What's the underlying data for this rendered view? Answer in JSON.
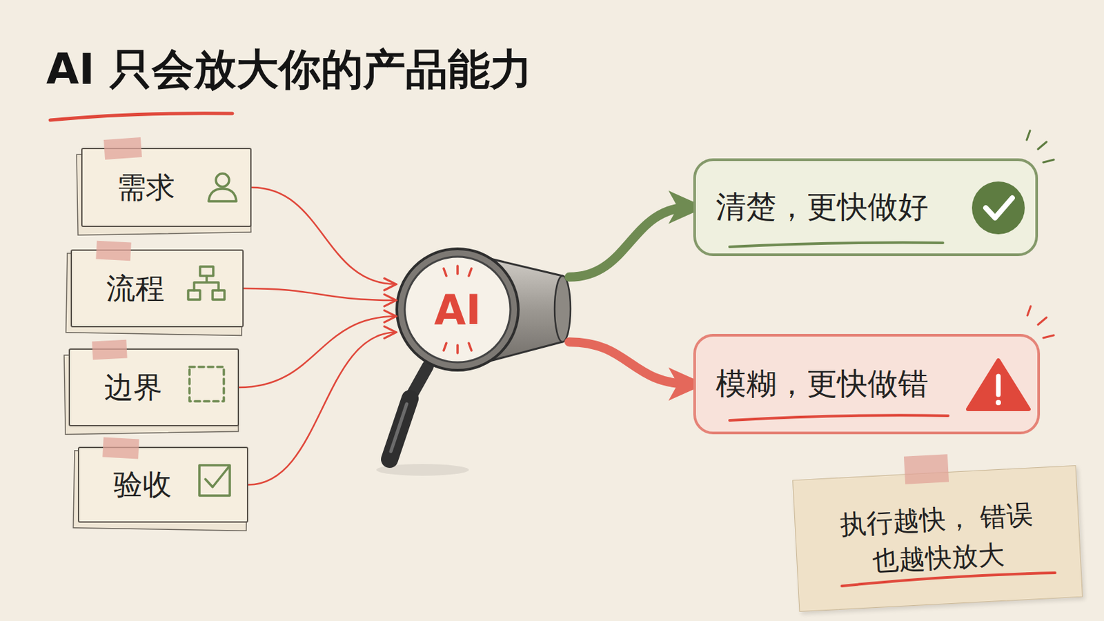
{
  "diagram": {
    "title": "AI 只会放大你的产品能力",
    "nodes": [
      {
        "text": [
          "需求"
        ]
      },
      {
        "text": [
          "流程"
        ]
      },
      {
        "text": [
          "边界"
        ]
      },
      {
        "text": [
          "验收"
        ]
      },
      {
        "text": [
          "AI"
        ]
      },
      {
        "text": [
          "清楚，更快做好"
        ]
      },
      {
        "text": [
          "模糊，更快做错"
        ]
      },
      {
        "text": [
          "执行越快， 错误也越快放大"
        ]
      }
    ],
    "edges": [
      {
        "from": 0,
        "to": 4,
        "arrow": "to"
      },
      {
        "from": 1,
        "to": 4,
        "arrow": "to"
      },
      {
        "from": 2,
        "to": 4,
        "arrow": "to"
      },
      {
        "from": 3,
        "to": 4,
        "arrow": "to"
      },
      {
        "from": 4,
        "to": 5,
        "arrow": "to"
      },
      {
        "from": 4,
        "to": 6,
        "arrow": "to"
      }
    ]
  }
}
